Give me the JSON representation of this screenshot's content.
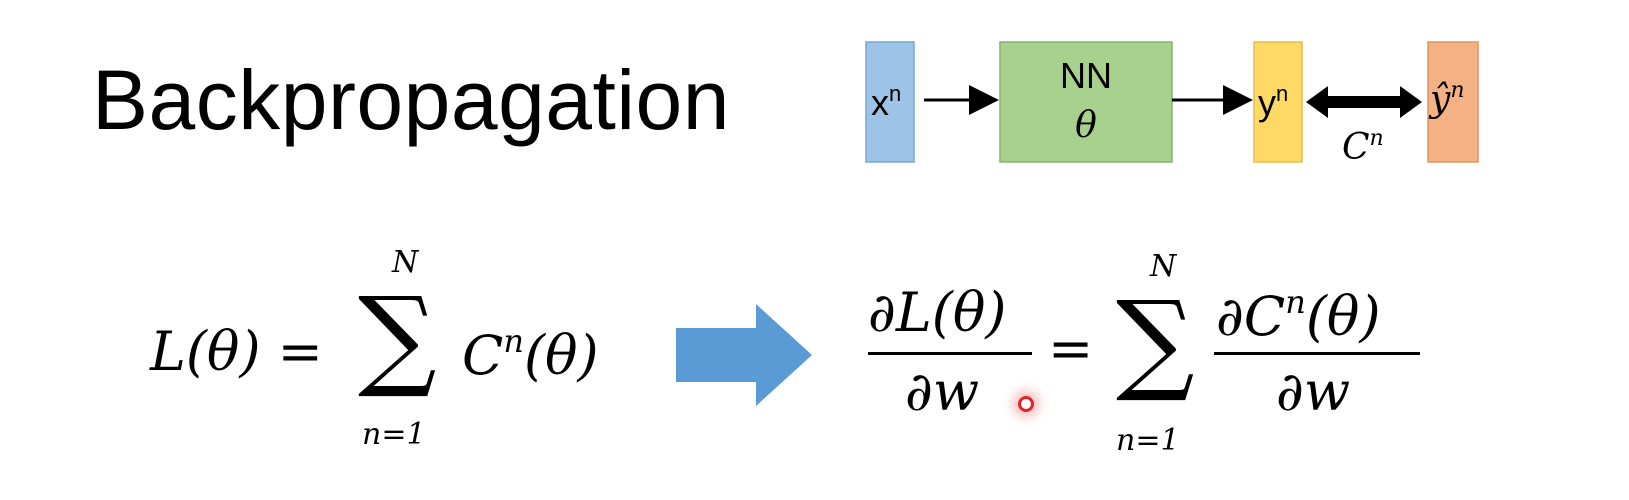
{
  "title": "Backpropagation",
  "diagram": {
    "input": {
      "base": "x",
      "sup": "n",
      "color": "#9dc3e6"
    },
    "network": {
      "line1": "NN",
      "line2": "θ",
      "color": "#a9d18e"
    },
    "output": {
      "base": "y",
      "sup": "n",
      "color": "#ffd966"
    },
    "target": {
      "base": "ŷ",
      "sup": "n",
      "color": "#f4b183"
    },
    "cost": {
      "base": "C",
      "sup": "n"
    }
  },
  "equation_left": {
    "lhs": "L(θ) =",
    "upper": "N",
    "lower": "n=1",
    "term_base": "C",
    "term_sup": "n",
    "term_tail": "(θ)"
  },
  "equation_right": {
    "lhs_num": "∂L(θ)",
    "lhs_den": "∂w",
    "equals": "=",
    "upper": "N",
    "lower": "n=1",
    "rhs_num_pre": "∂C",
    "rhs_num_sup": "n",
    "rhs_num_tail": "(θ)",
    "rhs_den": "∂w"
  },
  "implies_arrow_color": "#5b9bd5",
  "sum_symbol": "∑"
}
